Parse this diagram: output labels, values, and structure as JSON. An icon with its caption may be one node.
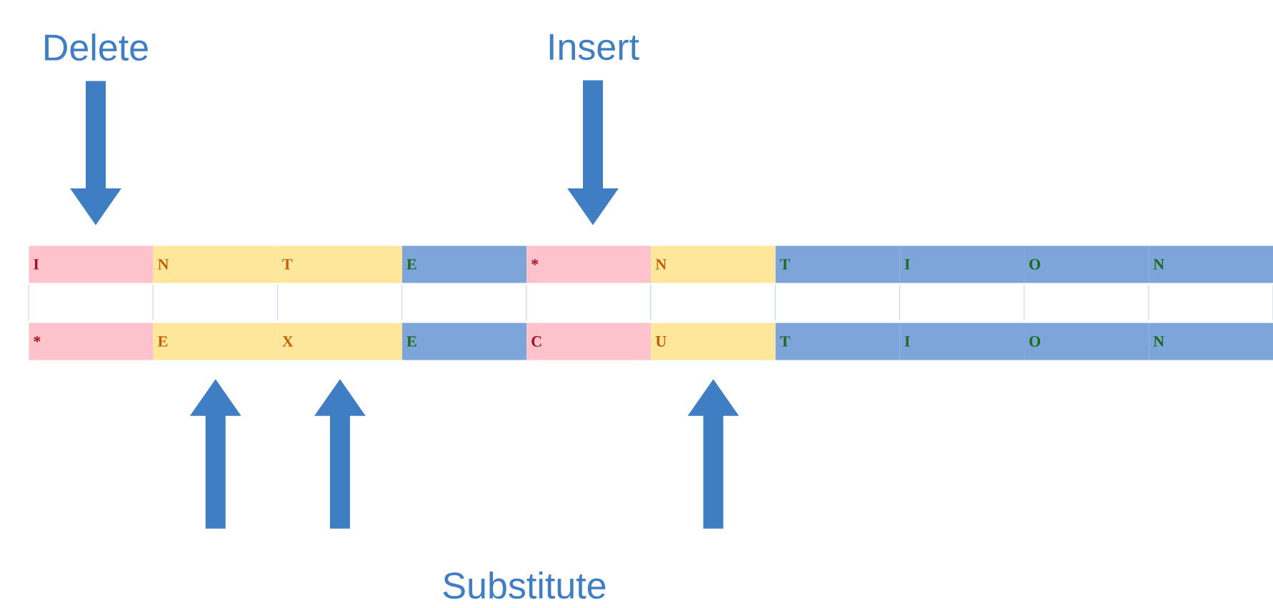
{
  "diagram": {
    "nodes": [
      {
        "text": [
          "Delete"
        ]
      },
      {
        "text": [
          "Insert"
        ]
      },
      {
        "text": [
          "I"
        ]
      },
      {
        "text": [
          "N"
        ]
      },
      {
        "text": [
          "T"
        ]
      },
      {
        "text": [
          "E"
        ]
      },
      {
        "text": [
          "*"
        ]
      },
      {
        "text": [
          "N"
        ]
      },
      {
        "text": [
          "T"
        ]
      },
      {
        "text": [
          "I"
        ]
      },
      {
        "text": [
          "O"
        ]
      },
      {
        "text": [
          "N"
        ]
      },
      {
        "text": [
          "*"
        ]
      },
      {
        "text": [
          "E"
        ]
      },
      {
        "text": [
          "X"
        ]
      },
      {
        "text": [
          "E"
        ]
      },
      {
        "text": [
          "C"
        ]
      },
      {
        "text": [
          "U"
        ]
      },
      {
        "text": [
          "T"
        ]
      },
      {
        "text": [
          "I"
        ]
      },
      {
        "text": [
          "O"
        ]
      },
      {
        "text": [
          "N"
        ]
      }
    ],
    "edges": [
      {
        "from": 0,
        "to": 2,
        "arrow": "to"
      },
      {
        "from": 1,
        "to": 6,
        "arrow": "to"
      },
      {
        "from": null,
        "to": 13,
        "arrow": "to"
      },
      {
        "from": null,
        "to": 14,
        "arrow": "to"
      },
      {
        "from": null,
        "to": 17,
        "arrow": "to"
      }
    ],
    "labels": [
      "Substitute"
    ]
  }
}
